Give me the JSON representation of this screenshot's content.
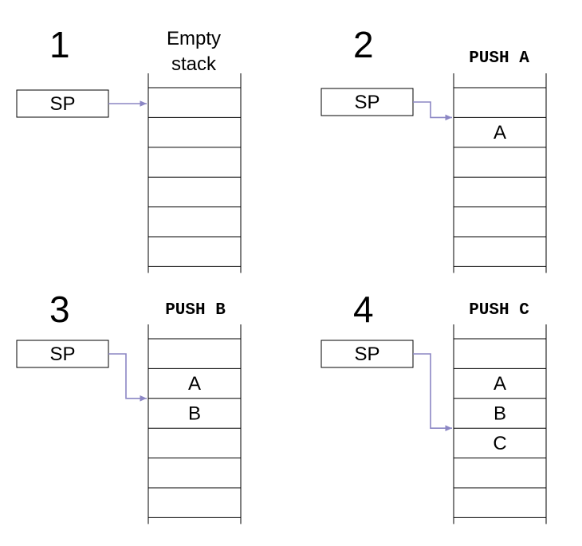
{
  "colors": {
    "arrow": "#8b86c4",
    "line": "#000000",
    "background": "#ffffff"
  },
  "sp_label": "SP",
  "panels": [
    {
      "step": "1",
      "caption_lines": [
        "Empty",
        "stack"
      ],
      "instruction": "",
      "cells": [
        "",
        "",
        "",
        "",
        "",
        ""
      ],
      "sp_points_to_row": 0
    },
    {
      "step": "2",
      "caption_lines": [],
      "instruction": "PUSH A",
      "cells": [
        "",
        "A",
        "",
        "",
        "",
        ""
      ],
      "sp_points_to_row": 1
    },
    {
      "step": "3",
      "caption_lines": [],
      "instruction": "PUSH B",
      "cells": [
        "",
        "A",
        "B",
        "",
        "",
        ""
      ],
      "sp_points_to_row": 2
    },
    {
      "step": "4",
      "caption_lines": [],
      "instruction": "PUSH C",
      "cells": [
        "",
        "A",
        "B",
        "C",
        "",
        ""
      ],
      "sp_points_to_row": 3
    }
  ]
}
